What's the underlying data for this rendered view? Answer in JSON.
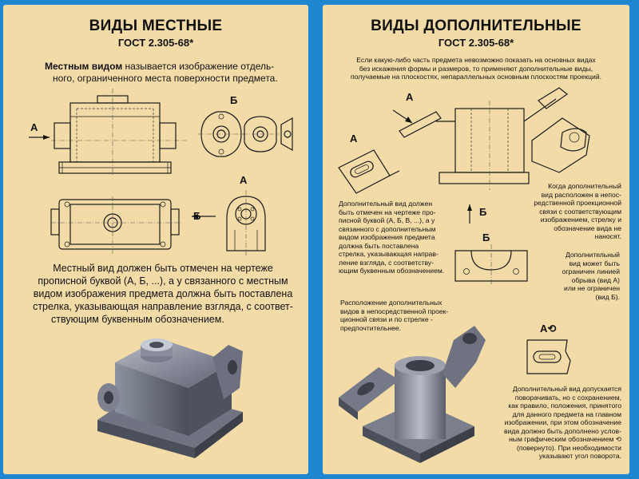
{
  "left": {
    "title": "ВИДЫ МЕСТНЫЕ",
    "gost": "ГОСТ 2.305-68*",
    "intro_bold": "Местным видом",
    "intro_rest": " называется изображение отдель-",
    "intro_line2": "ного, ограниченного места поверхности предмета.",
    "label_A_arrow": "А",
    "label_B_top": "Б",
    "label_B_arrow": "Б",
    "label_A_view": "А",
    "note_lines": [
      "Местный вид должен быть отмечен на чертеже",
      "прописной буквой (А, Б, ...), а у связанного с местным",
      "видом изображения предмета должна быть поставлена",
      "стрелка, указывающая направление взгляда, с соответ-",
      "ствующим буквенным обозначением."
    ]
  },
  "right": {
    "title": "ВИДЫ ДОПОЛНИТЕЛЬНЫЕ",
    "gost": "ГОСТ 2.305-68*",
    "intro_lines": [
      "Если какую-либо часть предмета невозможно показать на основных видах",
      "без искажения формы и размеров, то применяют дополнительные виды,",
      "получаемые на плоскостях, непараллельных основным плоскостям проекций."
    ],
    "label_A_arrow": "А",
    "label_A_view": "А",
    "label_B_arrow": "Б",
    "label_B_view": "Б",
    "label_A_rot": "А",
    "text1_lines": [
      "Дополнительный вид должен",
      "быть отмечен на чертеже про-",
      "писной буквой (А, Б, В, ...), а у",
      "связанного с дополнительным",
      "видом изображения предмета",
      "должна быть поставлена",
      "стрелка, указывающая направ-",
      "ление взгляда, с соответству-",
      "ющим буквенным обозначением."
    ],
    "text2_lines": [
      "Когда дополнительный",
      "вид расположен в непос-",
      "редственной проекционной",
      "связи с соответствующим",
      "изображением, стрелку и",
      "обозначение вида не наносят."
    ],
    "text3_lines": [
      "Дополнительный",
      "вид может быть",
      "ограничен линией",
      "обрыва (вид А)",
      "или не ограничен",
      "(вид Б)."
    ],
    "text4_lines": [
      "Расположение дополнительных",
      "видов в непосредственной проек-",
      "ционной связи и по стрелке -",
      "предпочтительнее."
    ],
    "text5_lines": [
      "Дополнительный вид допускается",
      "поворачивать, но с сохранением,",
      "как правило, положения, принятого",
      "для данного предмета на главном",
      "изображении, при этом обозначение",
      "вида должно быть дополнено услов-",
      "ным графическим обозначением ⟲",
      "(повернуто). При необходимости",
      "указывают угол  поворота."
    ]
  }
}
